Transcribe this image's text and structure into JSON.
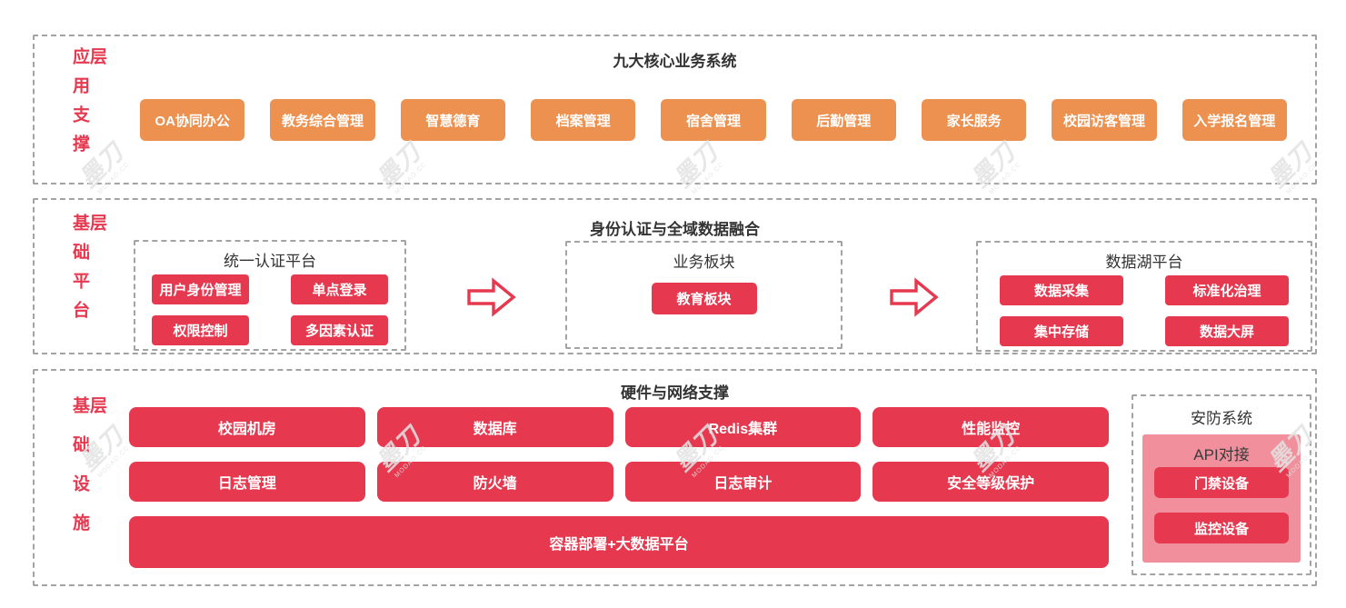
{
  "colors": {
    "red": "#e6394f",
    "orange": "#ec9150",
    "pink": "#f1909c",
    "border": "#a3a3a3",
    "titletext": "#333333"
  },
  "watermark": {
    "logo": "墨刀",
    "sub": "MODAO.CC"
  },
  "app_layer": {
    "label": "应用支撑层",
    "title": "九大核心业务系统",
    "systems": [
      "OA协同办公",
      "教务综合管理",
      "智慧德育",
      "档案管理",
      "宿舍管理",
      "后勤管理",
      "家长服务",
      "校园访客管理",
      "入学报名管理"
    ]
  },
  "platform_layer": {
    "label": "基础平台层",
    "title": "身份认证与全域数据融合",
    "auth": {
      "title": "统一认证平台",
      "items": [
        "用户身份管理",
        "单点登录",
        "权限控制",
        "多因素认证"
      ]
    },
    "business": {
      "title": "业务板块",
      "item": "教育板块"
    },
    "datalake": {
      "title": "数据湖平台",
      "items": [
        "数据采集",
        "标准化治理",
        "集中存储",
        "数据大屏"
      ]
    }
  },
  "infra_layer": {
    "label": "基础设施层",
    "title": "硬件与网络支撑",
    "grid": [
      "校园机房",
      "数据库",
      "Redis集群",
      "性能监控",
      "日志管理",
      "防火墙",
      "日志审计",
      "安全等级保护"
    ],
    "wide": "容器部署+大数据平台",
    "security": {
      "title": "安防系统",
      "subtitle": "API对接",
      "items": [
        "门禁设备",
        "监控设备"
      ]
    }
  }
}
